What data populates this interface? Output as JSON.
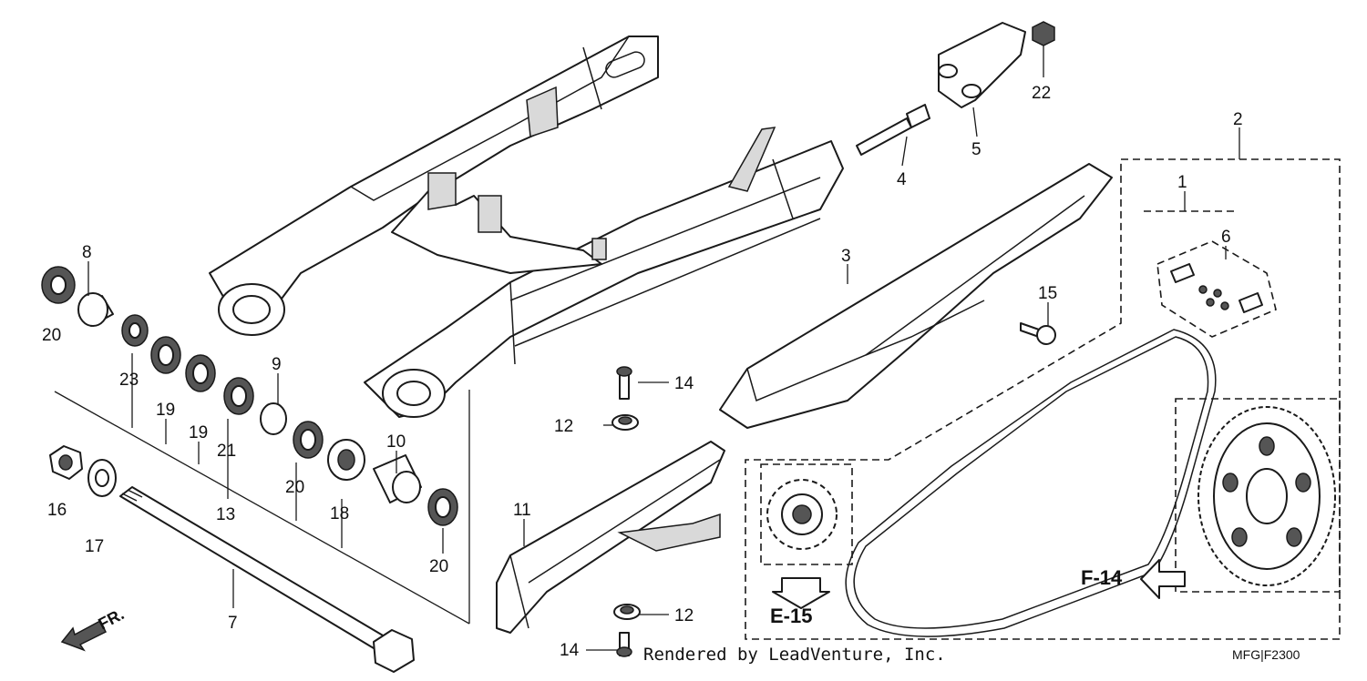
{
  "diagram": {
    "callouts": [
      "1",
      "2",
      "3",
      "4",
      "5",
      "6",
      "7",
      "8",
      "9",
      "10",
      "11",
      "12",
      "13",
      "14",
      "15",
      "16",
      "17",
      "18",
      "19",
      "20",
      "21",
      "22",
      "23"
    ],
    "references": {
      "front_sprocket": "E-15",
      "rear_sprocket": "F-14",
      "direction": "FR."
    },
    "credit": "Rendered by LeadVenture, Inc.",
    "code": "MFG|F2300"
  }
}
